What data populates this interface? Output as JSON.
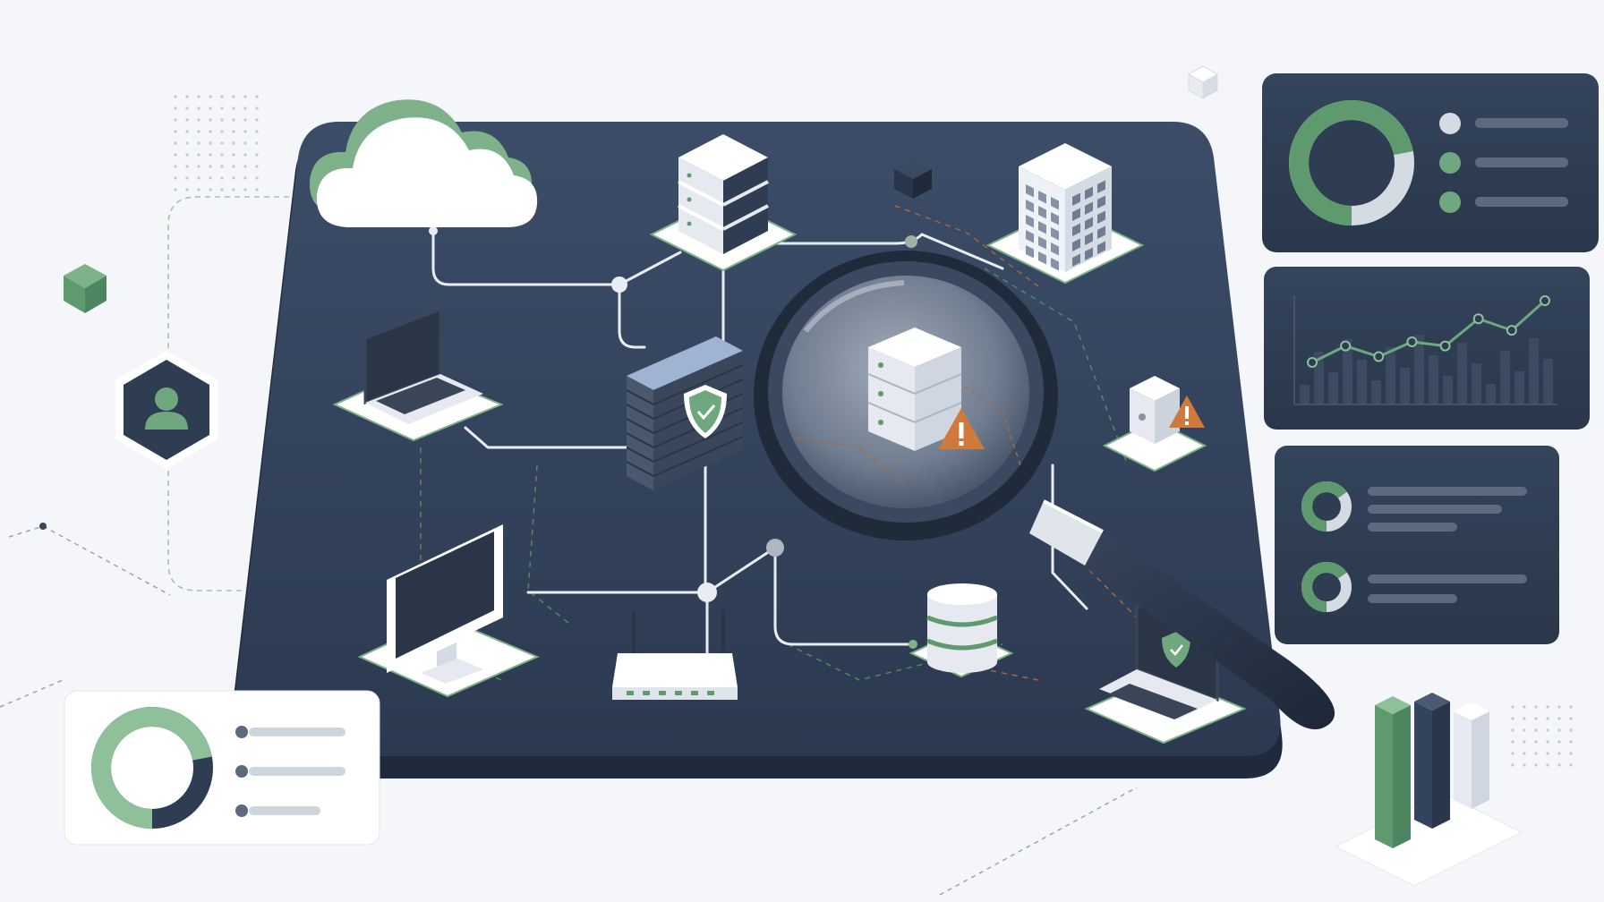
{
  "colors": {
    "background": "#f4f6f9",
    "platform": "#34435c",
    "platform_edge": "#1f2b3d",
    "panel": "#2f3d52",
    "accent_green": "#5e9a6e",
    "accent_green_light": "#8ec19a",
    "warning_orange": "#cf7a3c",
    "node_white": "#ffffff",
    "bar_grey": "#5c6a80",
    "link_line": "#e8edf3"
  },
  "icons": {
    "cloud": "cloud-icon",
    "server_rack": "server-rack-icon",
    "office_building": "office-building-icon",
    "laptop": "laptop-icon",
    "firewall": "firewall-icon",
    "shield": "shield-check-icon",
    "magnifier": "magnifying-glass-icon",
    "warning": "warning-triangle-icon",
    "desktop": "desktop-monitor-icon",
    "router": "wifi-router-icon",
    "database": "database-icon",
    "iot_device": "iot-device-icon",
    "user": "user-icon",
    "cube": "cube-icon"
  },
  "widgets": {
    "donut_main": {
      "fraction": 0.72
    },
    "donut_bottom_left": {
      "fraction": 0.72
    },
    "donut_small_1": {
      "fraction": 0.65
    },
    "donut_small_2": {
      "fraction": 0.65
    },
    "line_trend": [
      0.25,
      0.45,
      0.32,
      0.5,
      0.45,
      0.78,
      0.64,
      1.0
    ],
    "bar_columns": [
      1.0,
      0.88,
      0.66
    ]
  }
}
